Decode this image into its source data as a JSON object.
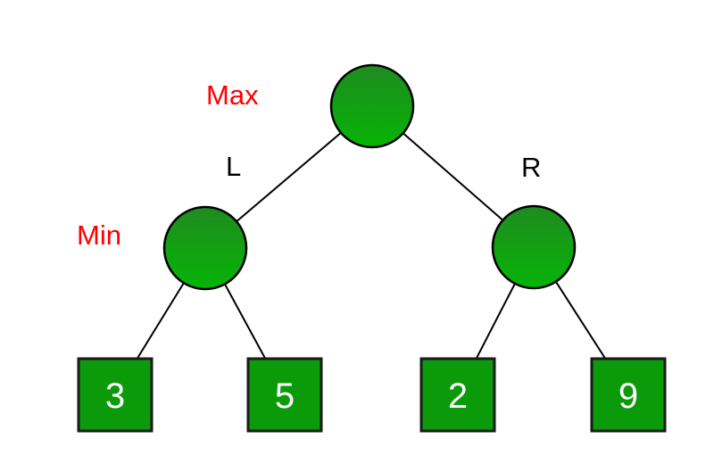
{
  "diagram": {
    "title": "minimax-game-tree",
    "level_labels": {
      "root": "Max",
      "internal": "Min"
    },
    "edge_labels": {
      "left": "L",
      "right": "R"
    },
    "leaves": {
      "values": [
        "3",
        "5",
        "2",
        "9"
      ]
    },
    "colors": {
      "node_gradient_top": "#1f8b1f",
      "node_gradient_bottom": "#06b406",
      "leaf_fill": "#0a9a0a",
      "label_red": "#fe0000",
      "label_black": "#000000",
      "leaf_text": "#ffffff",
      "background": "#ffffff"
    }
  }
}
